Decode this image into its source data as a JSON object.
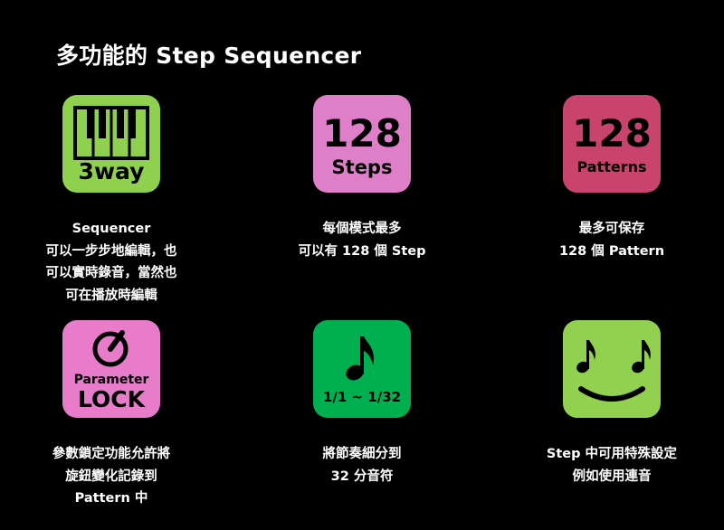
{
  "title": "多功能的 Step Sequencer",
  "colors": {
    "green": "#8fd14f",
    "pink": "#df7fc9",
    "crimson": "#c8446f",
    "lock_pink": "#e87ccb",
    "note_green": "#00b050",
    "smile_green": "#92d050"
  },
  "features": [
    {
      "icon": "piano-keys-icon",
      "tile_text": [
        "3way"
      ],
      "caption": [
        "Sequencer",
        "可以一步步地編輯，也",
        "可以實時錄音，當然也",
        "可在播放時編輯"
      ]
    },
    {
      "icon": "steps-counter-icon",
      "tile_text": [
        "128",
        "Steps"
      ],
      "caption": [
        "每個模式最多",
        "可以有 128 個 Step"
      ]
    },
    {
      "icon": "patterns-counter-icon",
      "tile_text": [
        "128",
        "Patterns"
      ],
      "caption": [
        "最多可保存",
        "128 個 Pattern"
      ]
    },
    {
      "icon": "parameter-knob-icon",
      "tile_text": [
        "Parameter",
        "LOCK"
      ],
      "caption": [
        "參數鎖定功能允許將",
        "旋鈕變化記錄到",
        "Pattern 中"
      ]
    },
    {
      "icon": "music-note-icon",
      "tile_text": [
        "1/1 ~ 1/32"
      ],
      "caption": [
        "將節奏細分到",
        "32 分音符"
      ]
    },
    {
      "icon": "smiling-notes-icon",
      "tile_text": [],
      "caption": [
        "Step 中可用特殊設定",
        "例如使用連音"
      ]
    }
  ]
}
